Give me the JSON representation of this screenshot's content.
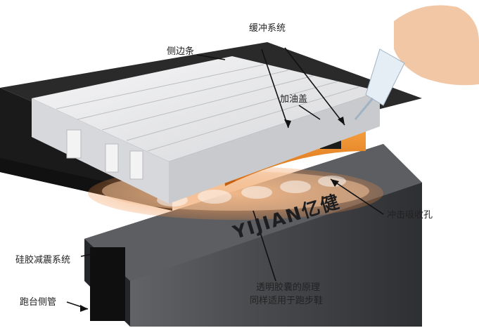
{
  "labels": {
    "side_strip": "侧边条",
    "buffer_system": "缓冲系统",
    "oil_cap": "加油盖",
    "impact_holes": "冲击吸收孔",
    "silicone_system": "硅胶减震系统",
    "track_tube": "跑台侧管",
    "principle_line1": "透明胶囊的原理",
    "principle_line2": "同样适用于跑步鞋"
  },
  "brand": "YIJIAN亿健",
  "colors": {
    "orange": "#f08a1e",
    "orange_dark": "#c86410",
    "beam_dark": "#3c3d40",
    "strip_light": "#e9eaec",
    "base_black": "#1b1b1b"
  }
}
